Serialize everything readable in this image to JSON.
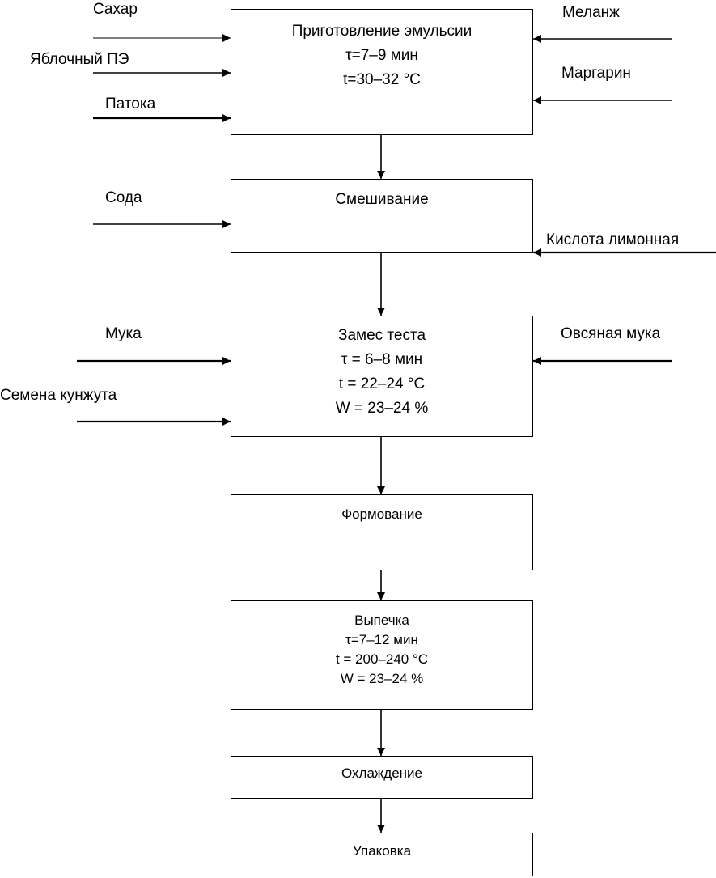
{
  "steps": [
    {
      "lines": [
        "Приготовление эмульсии",
        "τ=7–9 мин",
        "t=30–32 °С"
      ]
    },
    {
      "lines": [
        "Смешивание"
      ]
    },
    {
      "lines": [
        "Замес теста",
        "τ = 6–8 мин",
        "t = 22–24 °С",
        "W = 23–24 %"
      ]
    },
    {
      "lines": [
        "Формование"
      ]
    },
    {
      "lines": [
        "Выпечка",
        "τ=7–12 мин",
        "t = 200–240 °С",
        "W = 23–24 %"
      ]
    },
    {
      "lines": [
        "Охлаждение"
      ]
    },
    {
      "lines": [
        "Упаковка"
      ]
    }
  ],
  "inputs": {
    "sugar": "Сахар",
    "apple_puree": "Яблочный ПЭ",
    "molasses": "Патока",
    "melange": "Меланж",
    "margarine": "Маргарин",
    "soda": "Сода",
    "citric_acid": "Кислота лимонная",
    "flour": "Мука",
    "oat_flour": "Овсяная мука",
    "sesame": "Семена кунжута"
  }
}
